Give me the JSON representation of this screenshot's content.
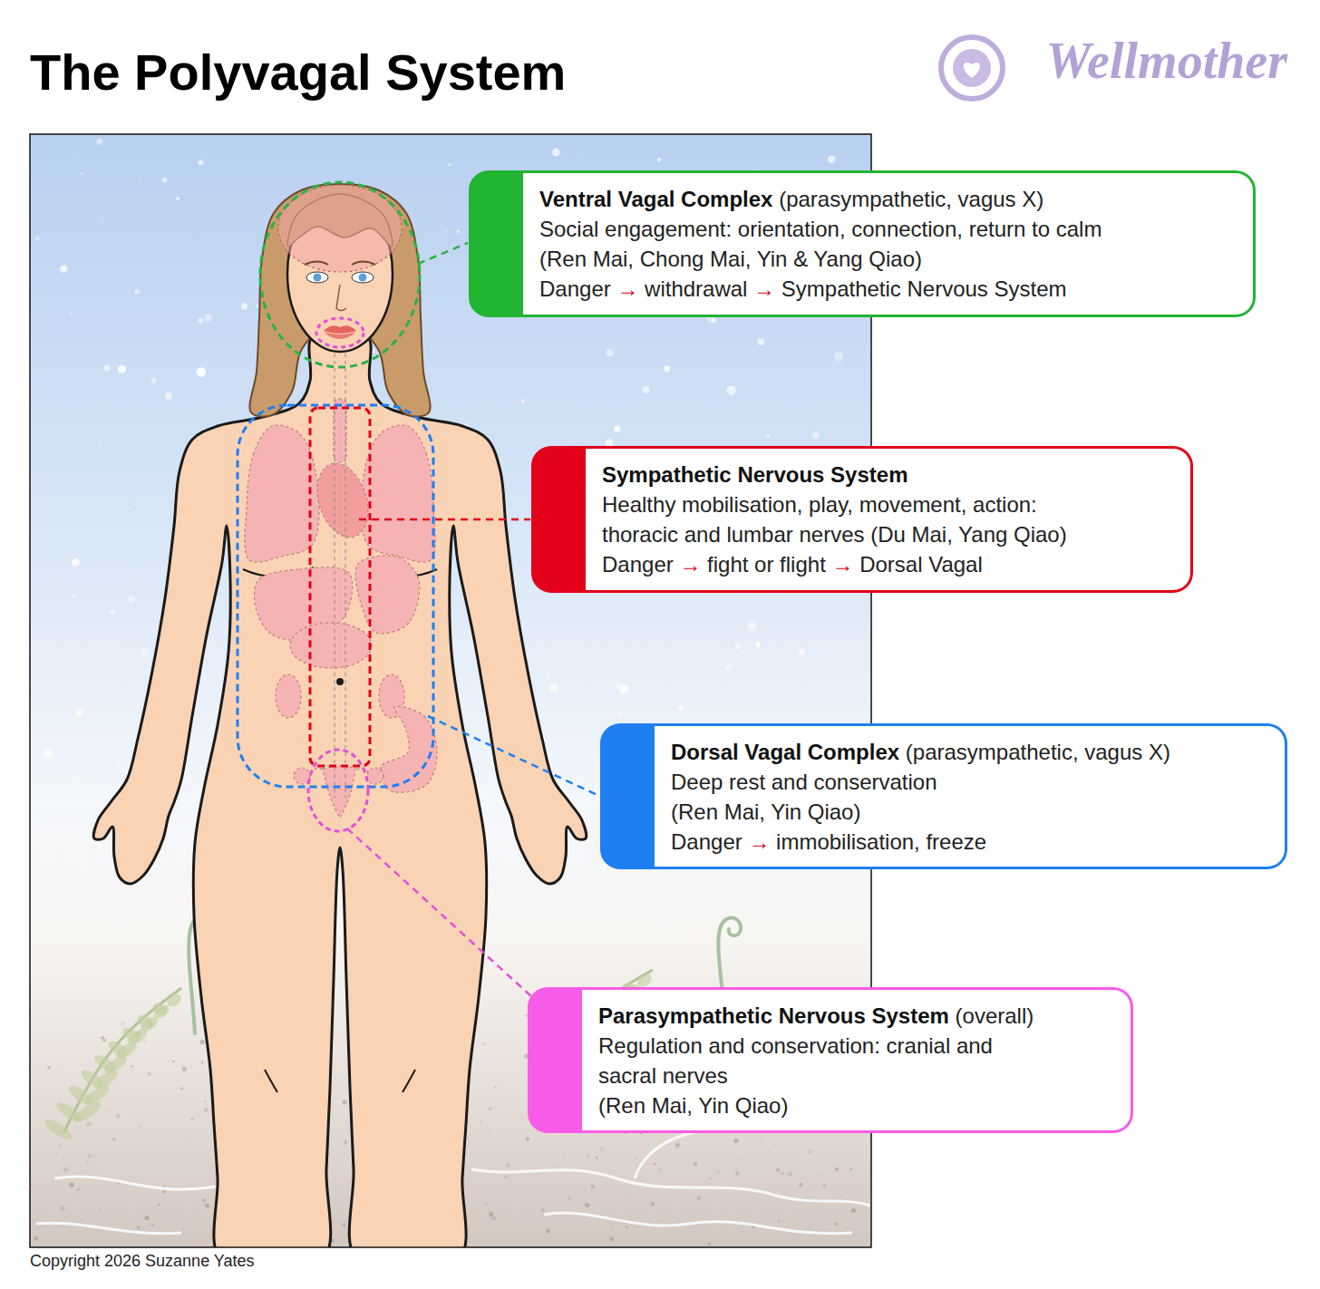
{
  "diagram": {
    "title": "The Polyvagal System",
    "caption": "Copyright 2026 Suzanne Yates",
    "nodes": [
      {
        "text": [
          "Ventral Vagal Complex",
          "(parasympathetic, vagus X)",
          "Social engagement: orientation, connection, return to calm",
          "(Ren Mai, Chong Mai, Yin & Yang Qiao)",
          "Danger → withdrawal → Sympathetic Nervous System"
        ]
      },
      {
        "text": [
          "Sympathetic Nervous System",
          "Healthy mobilisation, play, movement, action: thoracic and lumbar nerves (Du Mai, Yang Qiao)",
          "Danger → fight or flight → Dorsal Vagal"
        ]
      },
      {
        "text": [
          "Dorsal Vagal Complex",
          "(parasympathetic, vagus X)",
          "Deep rest and conservation",
          "(Ren Mai, Yin Qiao)",
          "Danger → immobilisation, freeze"
        ]
      },
      {
        "text": [
          "Parasympathetic Nervous System",
          "(overall)",
          "Regulation and conservation: cranial and sacral nerves",
          "(Ren Mai, Yin Qiao)"
        ]
      }
    ],
    "labels": [
      "Wellmother"
    ]
  }
}
